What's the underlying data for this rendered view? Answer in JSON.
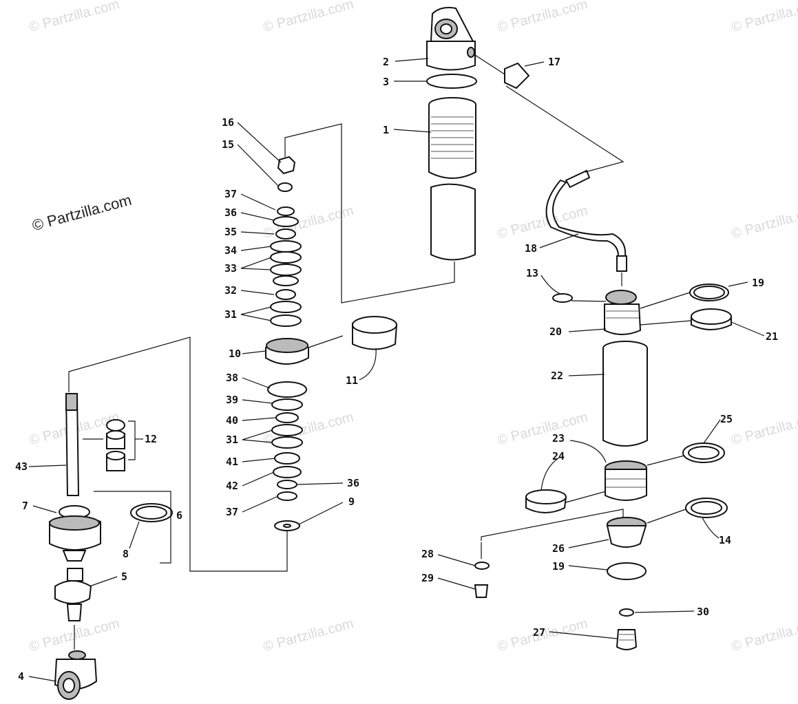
{
  "watermark": {
    "text": "© Partzilla.com",
    "main_text": "© Partzilla.com"
  },
  "callouts": {
    "c1": "1",
    "c2": "2",
    "c3": "3",
    "c4": "4",
    "c5": "5",
    "c6": "6",
    "c7": "7",
    "c8": "8",
    "c9": "9",
    "c10": "10",
    "c11": "11",
    "c12": "12",
    "c13": "13",
    "c14": "14",
    "c15": "15",
    "c16": "16",
    "c17": "17",
    "c18": "18",
    "c19": "19",
    "c20": "20",
    "c21": "21",
    "c22": "22",
    "c23": "23",
    "c24": "24",
    "c25": "25",
    "c26": "26",
    "c27": "27",
    "c28": "28",
    "c29": "29",
    "c30": "30",
    "c31": "31",
    "c32": "32",
    "c33": "33",
    "c34": "34",
    "c35": "35",
    "c36": "36",
    "c37": "37",
    "c38": "38",
    "c39": "39",
    "c40": "40",
    "c41": "41",
    "c42": "42",
    "c43": "43"
  }
}
